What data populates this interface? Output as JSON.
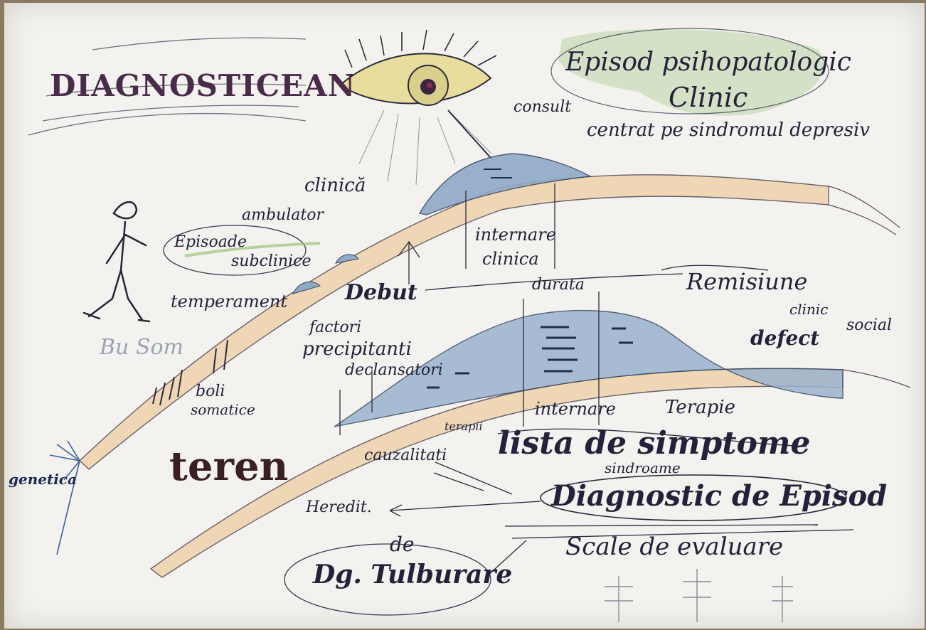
{
  "labels": {
    "title": "DIAGNOSTICEAN",
    "episode_title_1": "Episod psihopatologic",
    "episode_title_2": "Clinic",
    "consult": "consult",
    "centrat": "centrat pe sindromul depresiv",
    "clinica": "clinică",
    "ambulator": "ambulator",
    "episoade_1": "Episoade",
    "episoade_2": "subclinice",
    "internare_clinica_1": "internare",
    "internare_clinica_2": "clinica",
    "debut": "Debut",
    "durata": "durata",
    "remisiune": "Remisiune",
    "clinic": "clinic",
    "social": "social",
    "defect": "defect",
    "temperament": "temperament",
    "bu_som": "Bu Som",
    "factori": "factori",
    "precipitanti": "precipitanti",
    "declansatori": "declansatori",
    "boli_somatice_1": "boli",
    "boli_somatice_2": "somatice",
    "internare": "internare",
    "terapie": "Terapie",
    "terapii": "terapii",
    "cauzalitati": "cauzalitati",
    "lista": "lista de simptome",
    "sindroame": "sindroame",
    "teren": "teren",
    "genetica": "genetica",
    "diagnostic": "Diagnostic de Episod",
    "ereditate": "Heredit.",
    "scale": "Scale de evaluare",
    "de": "de",
    "tulburare": "Dg. Tulburare"
  },
  "colors": {
    "ink": "#23223a",
    "pencil_blue": "#6f8fb0",
    "pencil_tan": "#e6c9a0",
    "pencil_green": "#9cc27e",
    "pencil_yellow": "#d8c464"
  }
}
